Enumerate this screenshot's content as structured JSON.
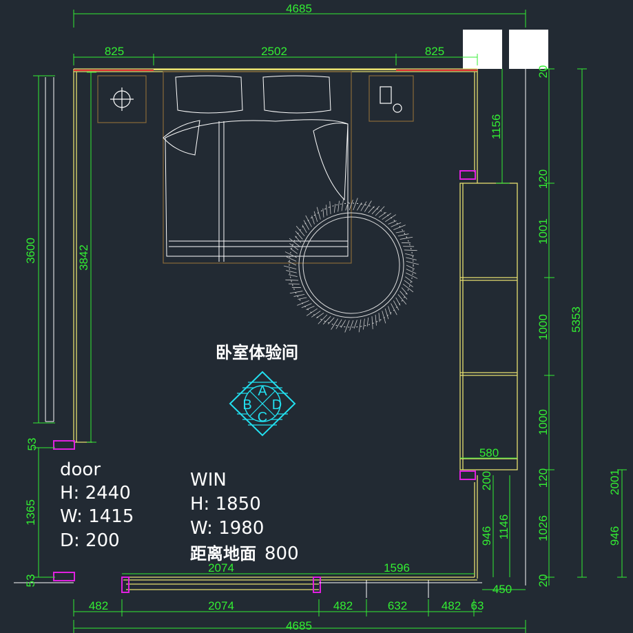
{
  "room_label": "卧室体验间",
  "compass": {
    "a": "A",
    "b": "B",
    "c": "C",
    "d": "D"
  },
  "door_info": {
    "title": "door",
    "h": "H: 2440",
    "w": "W: 1415",
    "d": "D: 200"
  },
  "window_info": {
    "title": "WIN",
    "h": "H: 1850",
    "w": "W: 1980",
    "sill_label": "距离地面",
    "sill_value": "800"
  },
  "dimensions": {
    "top_total": "4685",
    "top_left": "825",
    "top_mid": "2502",
    "top_right": "825",
    "left_outer": "3600",
    "left_inner": "3842",
    "left_lower": "1365",
    "left_small_top": "53",
    "left_small_bottom": "53",
    "right_top_20": "20",
    "right_1156": "1156",
    "right_120_a": "120",
    "right_1001": "1001",
    "right_1000_a": "1000",
    "right_1000_b": "1000",
    "right_120_b": "120",
    "right_1026": "1026",
    "right_bottom_20": "20",
    "right_total": "5353",
    "right_200": "200",
    "right_946": "946",
    "right_1146": "1146",
    "far_right_2001": "2001",
    "far_right_946": "946",
    "wardrobe_580": "580",
    "inside_2074": "2074",
    "inside_1596": "1596",
    "bottom_450": "450",
    "bottom_482_a": "482",
    "bottom_2074": "2074",
    "bottom_482_b": "482",
    "bottom_632": "632",
    "bottom_482_c": "482",
    "bottom_63": "63",
    "bottom_total": "4685"
  }
}
